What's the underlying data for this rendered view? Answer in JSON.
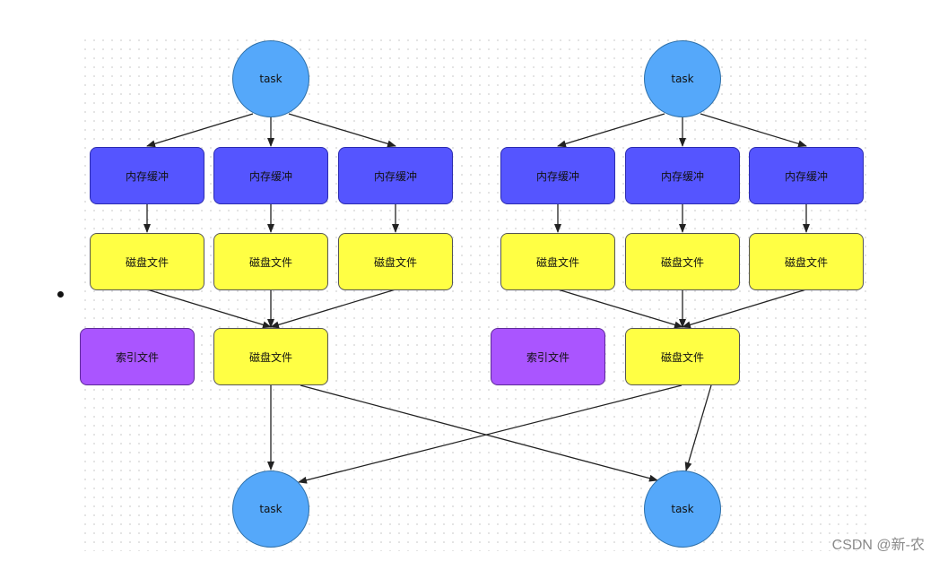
{
  "nodes": {
    "task_top_left": "task",
    "task_top_right": "task",
    "task_bottom_left": "task",
    "task_bottom_right": "task",
    "memory_buffer": "内存缓冲",
    "disk_file": "磁盘文件",
    "index_file": "索引文件"
  },
  "colors": {
    "task": "#55a8fa",
    "memory_buffer": "#5555ff",
    "disk_file": "#ffff44",
    "index_file": "#aa55ff"
  },
  "watermark": "CSDN @新-农"
}
